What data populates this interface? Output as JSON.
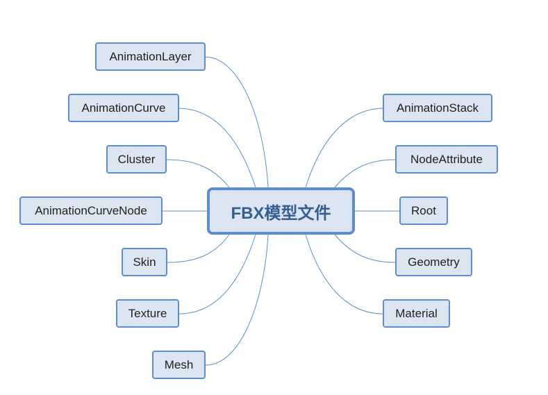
{
  "diagram": {
    "center": {
      "id": "center",
      "label": "FBX模型文件"
    },
    "nodes": [
      {
        "id": "animation-layer",
        "label": "AnimationLayer",
        "side": "left"
      },
      {
        "id": "animation-curve",
        "label": "AnimationCurve",
        "side": "left"
      },
      {
        "id": "cluster",
        "label": "Cluster",
        "side": "left"
      },
      {
        "id": "animation-curve-node",
        "label": "AnimationCurveNode",
        "side": "left"
      },
      {
        "id": "skin",
        "label": "Skin",
        "side": "left"
      },
      {
        "id": "texture",
        "label": "Texture",
        "side": "left"
      },
      {
        "id": "mesh",
        "label": "Mesh",
        "side": "left"
      },
      {
        "id": "animation-stack",
        "label": "AnimationStack",
        "side": "right"
      },
      {
        "id": "node-attribute",
        "label": "NodeAttribute",
        "side": "right"
      },
      {
        "id": "root",
        "label": "Root",
        "side": "right"
      },
      {
        "id": "geometry",
        "label": "Geometry",
        "side": "right"
      },
      {
        "id": "material",
        "label": "Material",
        "side": "right"
      }
    ],
    "colors": {
      "node_fill": "#dce6f2",
      "node_border": "#5b8ed0",
      "center_text": "#365f91",
      "connector": "#5b8ed0"
    }
  }
}
